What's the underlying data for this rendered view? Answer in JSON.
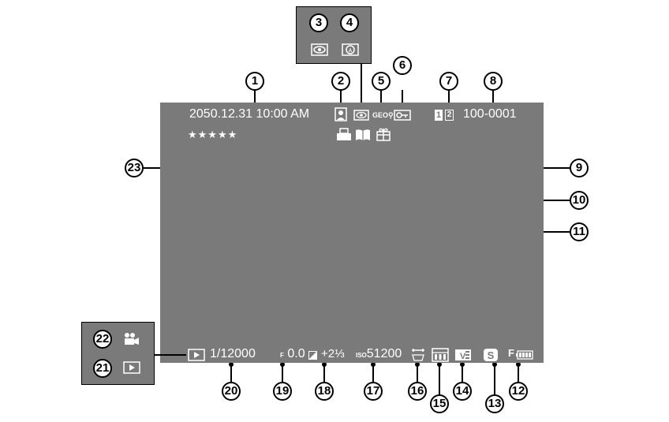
{
  "display": {
    "date_time": "2050.12.31 10:00 AM",
    "file_number": "100-0001",
    "rating_stars": "★★★★★",
    "shutter_speed": "1/12000",
    "aperture_prefix": "F",
    "aperture_value": "0.0",
    "exposure_comp": "+2⅓",
    "iso_prefix": "ISO",
    "iso_value": "51200",
    "film_quality": "F",
    "slot_1": "1",
    "slot_2": "2",
    "geo_label": "GEO"
  },
  "callouts": [
    "1",
    "2",
    "3",
    "4",
    "5",
    "6",
    "7",
    "8",
    "9",
    "10",
    "11",
    "12",
    "13",
    "14",
    "15",
    "16",
    "17",
    "18",
    "19",
    "20",
    "21",
    "22",
    "23"
  ],
  "colors": {
    "screen": "#7a7a7a",
    "text": "#ffffff",
    "callout_border": "#000000"
  }
}
